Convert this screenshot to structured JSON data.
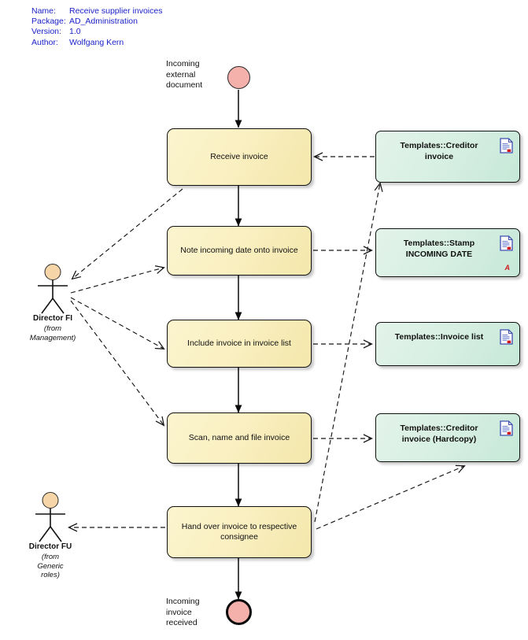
{
  "header": {
    "rows": [
      {
        "key": "Name:",
        "value": "Receive supplier invoices"
      },
      {
        "key": "Package:",
        "value": "AD_Administration"
      },
      {
        "key": "Version:",
        "value": "1.0"
      },
      {
        "key": "Author:",
        "value": "Wolfgang Kern"
      }
    ],
    "text_color": "#1c22c8"
  },
  "diagram": {
    "type": "uml-activity-diagram",
    "start_node_label": "Incoming\nexternal\ndocument",
    "start_label_lines": [
      "Incoming",
      "external",
      "document"
    ],
    "end_label_lines": [
      "Incoming",
      "invoice",
      "received"
    ],
    "activities": [
      {
        "id": "receive",
        "label": "Receive invoice"
      },
      {
        "id": "note",
        "label": "Note incoming date onto invoice"
      },
      {
        "id": "include",
        "label": "Include invoice in invoice list"
      },
      {
        "id": "scan",
        "label": "Scan, name and file invoice"
      },
      {
        "id": "handover",
        "label": "Hand over invoice to respective consignee"
      }
    ],
    "artifacts": [
      {
        "id": "creditor",
        "label": "Templates::Creditor invoice",
        "icon": "document-icon",
        "extra_mark": ""
      },
      {
        "id": "stamp",
        "label": "Templates::Stamp INCOMING DATE",
        "icon": "document-icon",
        "extra_mark": "A"
      },
      {
        "id": "list",
        "label": "Templates::Invoice list",
        "icon": "document-icon",
        "extra_mark": ""
      },
      {
        "id": "hardcopy",
        "label": "Templates::Creditor invoice (Hardcopy)",
        "icon": "document-icon",
        "extra_mark": ""
      }
    ],
    "actors": [
      {
        "id": "director-fi",
        "name": "Director FI",
        "from_lines": [
          "(from",
          "Management)"
        ]
      },
      {
        "id": "director-fu",
        "name": "Director FU",
        "from_lines": [
          "(from",
          "Generic",
          "roles)"
        ]
      }
    ],
    "colors": {
      "activity_fill": "#faf0c2",
      "artifact_fill": "#d7efe3",
      "start_fill": "#f4b0ab",
      "end_fill": "#f4b0ab",
      "actor_head_fill": "#f6d6a8",
      "line": "#111111",
      "header_text": "#1c22c8",
      "red_mark": "#d0191f"
    }
  }
}
